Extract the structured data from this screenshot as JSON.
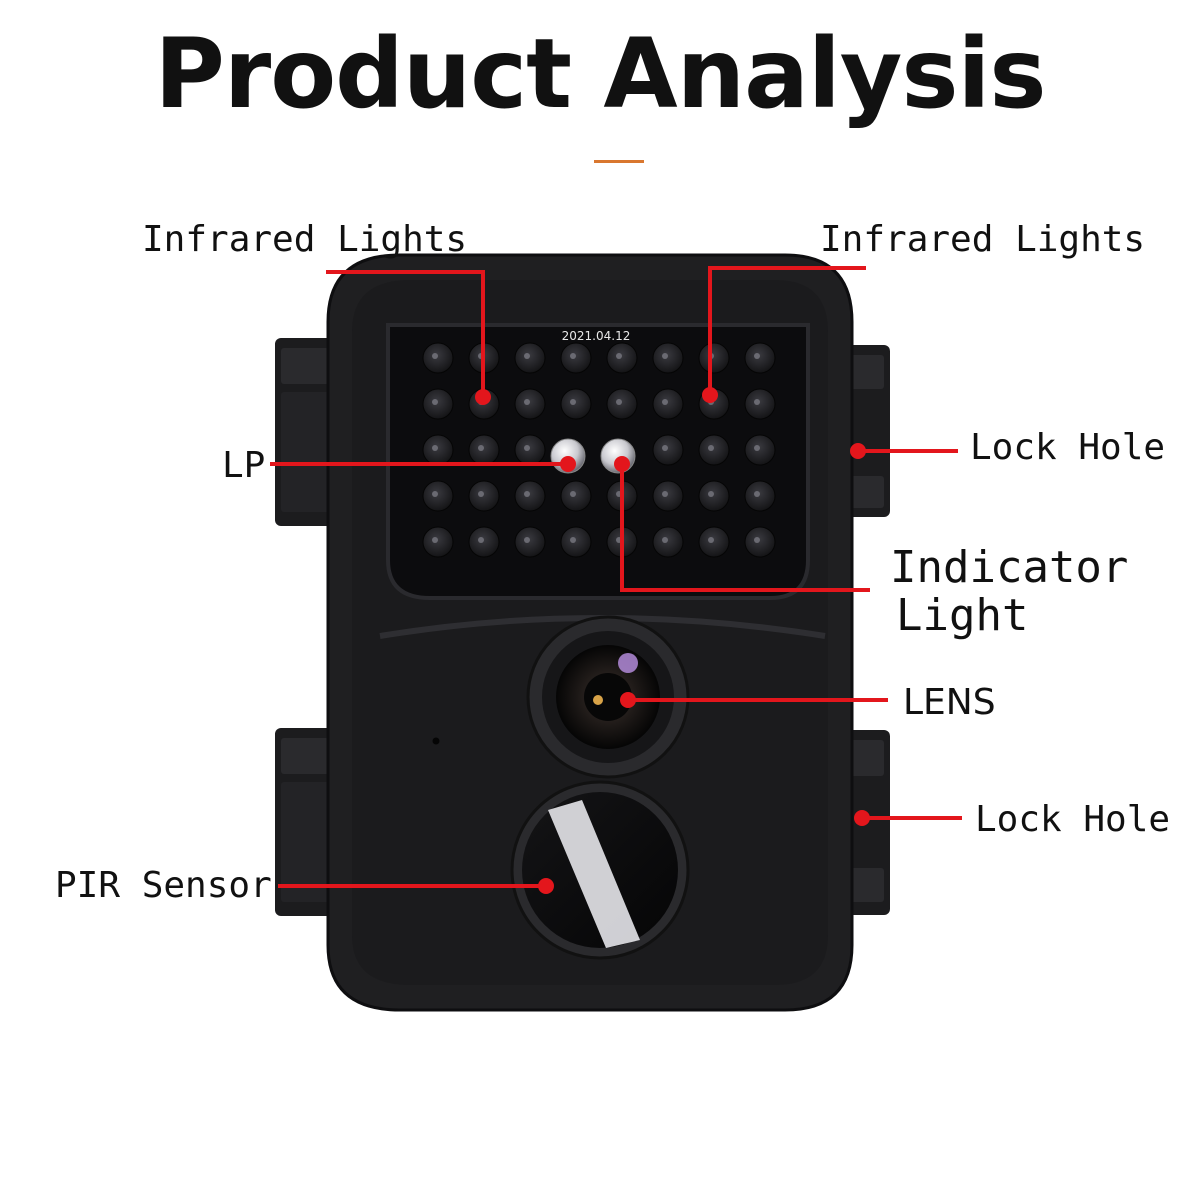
{
  "title": "Product Analysis",
  "colors": {
    "accent": "#d9772f",
    "callout": "#e3161c",
    "camera_body": "#1f1f21",
    "ir_panel": "#0c0c0e"
  },
  "camera": {
    "date_stamp": "2021.04.12"
  },
  "labels": {
    "infrared_left": "Infrared Lights",
    "infrared_right": "Infrared Lights",
    "lp": "LP",
    "lock_hole_top": "Lock Hole",
    "indicator_line1": "Indicator",
    "indicator_line2": "Light",
    "lens": "LENS",
    "lock_hole_bottom": "Lock Hole",
    "pir_sensor": "PIR Sensor"
  }
}
